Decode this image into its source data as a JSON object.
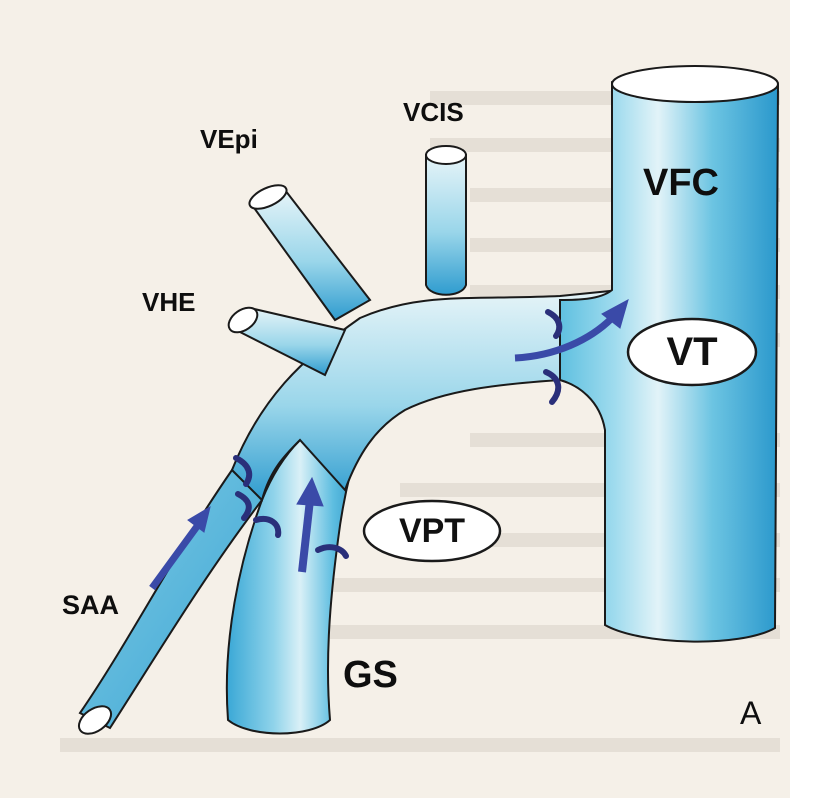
{
  "labels": {
    "vepi": "VEpi",
    "vcis": "VCIS",
    "vfc": "VFC",
    "vhe": "VHE",
    "vt": "VT",
    "vpt": "VPT",
    "saa": "SAA",
    "gs": "GS",
    "panel": "A"
  },
  "colors": {
    "paper": "#f5f0e8",
    "vessel_light": "#bfe3ef",
    "vessel_mid": "#7dcbe4",
    "vessel_dark": "#2f9fd0",
    "vessel_deep": "#1b7fb8",
    "outline": "#1a1a1a",
    "arrow": "#3a4aa8",
    "valve": "#2a2f7a"
  }
}
